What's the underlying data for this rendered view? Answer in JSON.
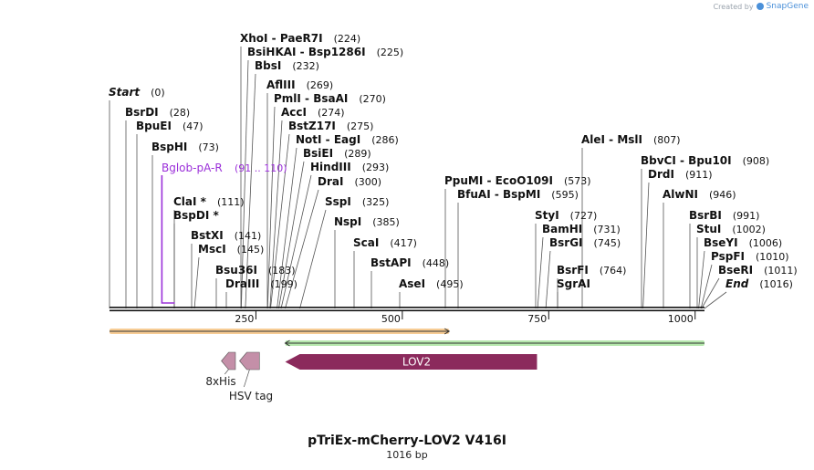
{
  "header": {
    "created_by": "Created by",
    "brand": "SnapGene"
  },
  "plasmid": {
    "name": "pTriEx-mCherry-LOV2 V416I",
    "length_label": "1016 bp"
  },
  "sites": [
    {
      "name": "Start",
      "pos": "(0)",
      "bp": 0,
      "italic": true
    },
    {
      "name": "BsrDI",
      "pos": "(28)",
      "bp": 28
    },
    {
      "name": "BpuEI",
      "pos": "(47)",
      "bp": 47
    },
    {
      "name": "BspHI",
      "pos": "(73)",
      "bp": 73
    },
    {
      "name": "ClaI *",
      "pos": "(111)",
      "bp": 111
    },
    {
      "name": "BspDI *",
      "pos": "",
      "bp": 111
    },
    {
      "name": "BstXI",
      "pos": "(141)",
      "bp": 141
    },
    {
      "name": "MscI",
      "pos": "(145)",
      "bp": 145
    },
    {
      "name": "Bsu36I",
      "pos": "(183)",
      "bp": 183
    },
    {
      "name": "DraIII",
      "pos": "(199)",
      "bp": 199
    },
    {
      "name": "XhoI  - PaeR7I",
      "pos": "(224)",
      "bp": 224
    },
    {
      "name": "BsiHKAI  - Bsp1286I",
      "pos": "(225)",
      "bp": 225
    },
    {
      "name": "BbsI",
      "pos": "(232)",
      "bp": 232
    },
    {
      "name": "AflIII",
      "pos": "(269)",
      "bp": 269
    },
    {
      "name": "PmlI  - BsaAI",
      "pos": "(270)",
      "bp": 270
    },
    {
      "name": "AccI",
      "pos": "(274)",
      "bp": 274
    },
    {
      "name": "BstZ17I",
      "pos": "(275)",
      "bp": 275
    },
    {
      "name": "NotI  - EagI",
      "pos": "(286)",
      "bp": 286
    },
    {
      "name": "BsiEI",
      "pos": "(289)",
      "bp": 289
    },
    {
      "name": "HindIII",
      "pos": "(293)",
      "bp": 293
    },
    {
      "name": "DraI",
      "pos": "(300)",
      "bp": 300
    },
    {
      "name": "SspI",
      "pos": "(325)",
      "bp": 325
    },
    {
      "name": "NspI",
      "pos": "(385)",
      "bp": 385
    },
    {
      "name": "ScaI",
      "pos": "(417)",
      "bp": 417
    },
    {
      "name": "BstAPI",
      "pos": "(448)",
      "bp": 448
    },
    {
      "name": "AseI",
      "pos": "(495)",
      "bp": 495
    },
    {
      "name": "PpuMI  - EcoO109I",
      "pos": "(573)",
      "bp": 573
    },
    {
      "name": "BfuAI  - BspMI",
      "pos": "(595)",
      "bp": 595
    },
    {
      "name": "StyI",
      "pos": "(727)",
      "bp": 727
    },
    {
      "name": "BamHI",
      "pos": "(731)",
      "bp": 731
    },
    {
      "name": "BsrGI",
      "pos": "(745)",
      "bp": 745
    },
    {
      "name": "BsrFI",
      "pos": "(764)",
      "bp": 764
    },
    {
      "name": "SgrAI",
      "pos": "",
      "bp": 764
    },
    {
      "name": "AleI  - MslI",
      "pos": "(807)",
      "bp": 807
    },
    {
      "name": "BbvCI  - Bpu10I",
      "pos": "(908)",
      "bp": 908
    },
    {
      "name": "DrdI",
      "pos": "(911)",
      "bp": 911
    },
    {
      "name": "AlwNI",
      "pos": "(946)",
      "bp": 946
    },
    {
      "name": "BsrBI",
      "pos": "(991)",
      "bp": 991
    },
    {
      "name": "StuI",
      "pos": "(1002)",
      "bp": 1002
    },
    {
      "name": "BseYI",
      "pos": "(1006)",
      "bp": 1006
    },
    {
      "name": "PspFI",
      "pos": "(1010)",
      "bp": 1010
    },
    {
      "name": "BseRI",
      "pos": "(1011)",
      "bp": 1011
    },
    {
      "name": "End",
      "pos": "(1016)",
      "bp": 1016,
      "italic": true
    }
  ],
  "primer": {
    "name": "Bglob-pA-R",
    "range": "(91 .. 110)",
    "start": 91,
    "end": 110,
    "color": "#9b30d9"
  },
  "ruler": {
    "ticks": [
      250,
      500,
      750,
      1000
    ]
  },
  "features": [
    {
      "name": "LOV2",
      "start": 300,
      "end": 730,
      "direction": "reverse",
      "color": "#8b2a5c"
    },
    {
      "name": "8xHis",
      "start": 191,
      "end": 215,
      "direction": "reverse",
      "color": "#c48fa8"
    },
    {
      "name": "HSV tag",
      "start": 222,
      "end": 256,
      "direction": "reverse",
      "color": "#c48fa8"
    }
  ],
  "orfs": [
    {
      "start": 0,
      "end": 580,
      "direction": "forward",
      "color": "#f0a23c"
    },
    {
      "start": 300,
      "end": 1016,
      "direction": "reverse",
      "color": "#7ad66a"
    }
  ]
}
